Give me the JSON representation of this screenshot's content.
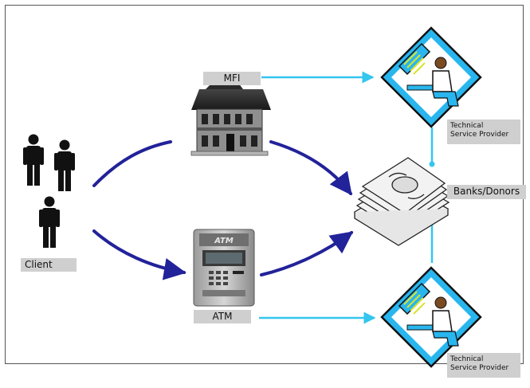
{
  "labels": {
    "client": "Client",
    "mfi": "MFI",
    "atm": "ATM",
    "banks_donors": "Banks/Donors",
    "tsp_top_line1": "Technical",
    "tsp_top_line2": "Service Provider",
    "tsp_bottom_line1": "Technical",
    "tsp_bottom_line2": "Service Provider",
    "atm_sign": "ATM"
  },
  "colors": {
    "curve_arrow": "#22229a",
    "connector": "#33c6ee",
    "diamond_fill": "#29b6ee",
    "label_bg": "#cfcfcf",
    "person": "#111111"
  },
  "icons": {
    "client_group": "people-icon",
    "mfi": "house-icon",
    "atm": "atm-machine-icon",
    "banks_donors": "money-stack-icon",
    "technical_service_provider": "computer-operator-icon"
  }
}
